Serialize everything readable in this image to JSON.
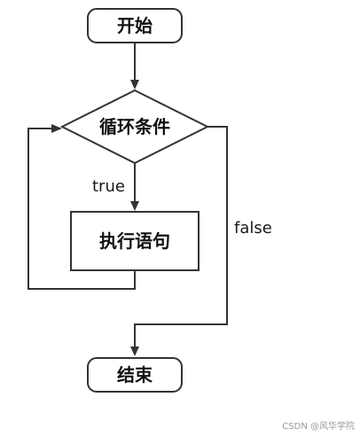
{
  "nodes": {
    "start": "开始",
    "condition": "循环条件",
    "statement": "执行语句",
    "end": "结束"
  },
  "edges": {
    "true_label": "true",
    "false_label": "false"
  },
  "watermark": "CSDN @风华学院",
  "colors": {
    "line": "#333333",
    "text": "#111111",
    "background": "#ffffff"
  }
}
